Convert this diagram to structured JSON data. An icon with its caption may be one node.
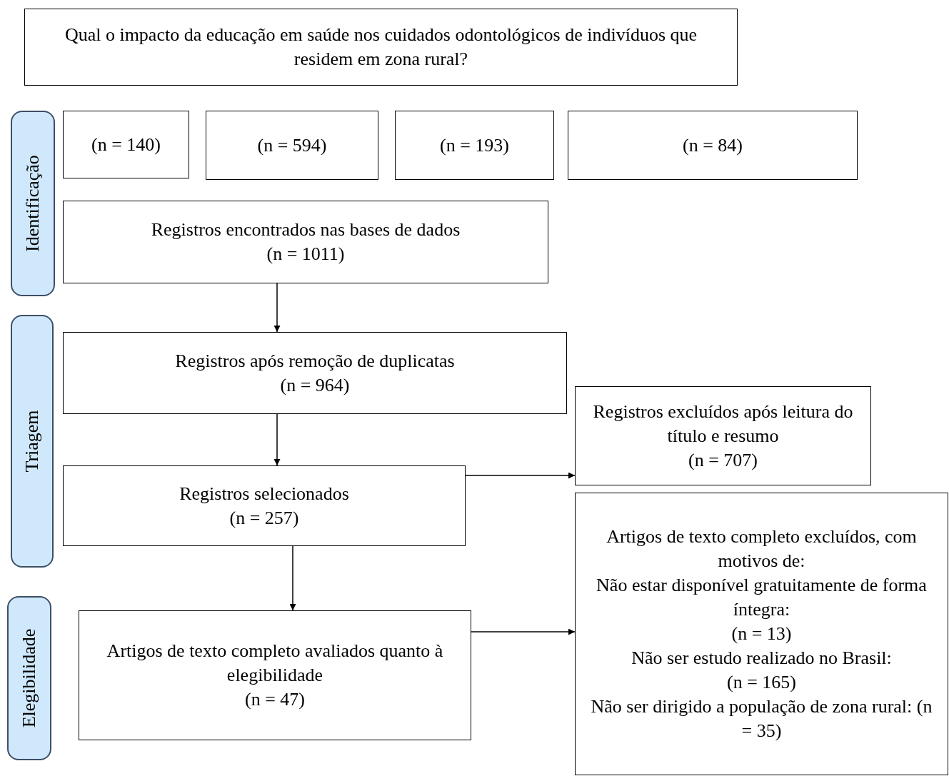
{
  "diagram": {
    "nodes": [
      {
        "text": [
          "Qual o impacto da educação em saúde nos cuidados odontológicos de indivíduos que residem em zona rural?"
        ]
      },
      {
        "text": [
          "Identificação"
        ]
      },
      {
        "text": [
          "(n = 140)"
        ]
      },
      {
        "text": [
          "(n = 594)"
        ]
      },
      {
        "text": [
          "(n = 193)"
        ]
      },
      {
        "text": [
          "(n = 84)"
        ]
      },
      {
        "text": [
          "Registros encontrados nas bases de dados",
          "(n = 1011)"
        ]
      },
      {
        "text": [
          "Triagem"
        ]
      },
      {
        "text": [
          "Registros após remoção de duplicatas",
          "(n = 964)"
        ]
      },
      {
        "text": [
          "Registros selecionados",
          "(n = 257)"
        ]
      },
      {
        "text": [
          "Registros excluídos após leitura do título e resumo",
          "(n = 707)"
        ]
      },
      {
        "text": [
          "Elegibilidade"
        ]
      },
      {
        "text": [
          "Artigos de texto completo avaliados quanto à elegibilidade",
          "(n = 47)"
        ]
      },
      {
        "text": [
          "Artigos de texto completo excluídos, com motivos de:",
          "Não estar disponível gratuitamente de forma íntegra:",
          "(n = 13)",
          "Não ser estudo realizado no Brasil:",
          "(n = 165)",
          "Não ser dirigido a população de zona rural: (n = 35)"
        ]
      }
    ],
    "edges": [
      {
        "from": 6,
        "to": 8,
        "arrow": "to"
      },
      {
        "from": 8,
        "to": 9,
        "arrow": "to"
      },
      {
        "from": 9,
        "to": 10,
        "arrow": "to"
      },
      {
        "from": 9,
        "to": 12,
        "arrow": "to"
      },
      {
        "from": 12,
        "to": 13,
        "arrow": "to"
      }
    ]
  }
}
